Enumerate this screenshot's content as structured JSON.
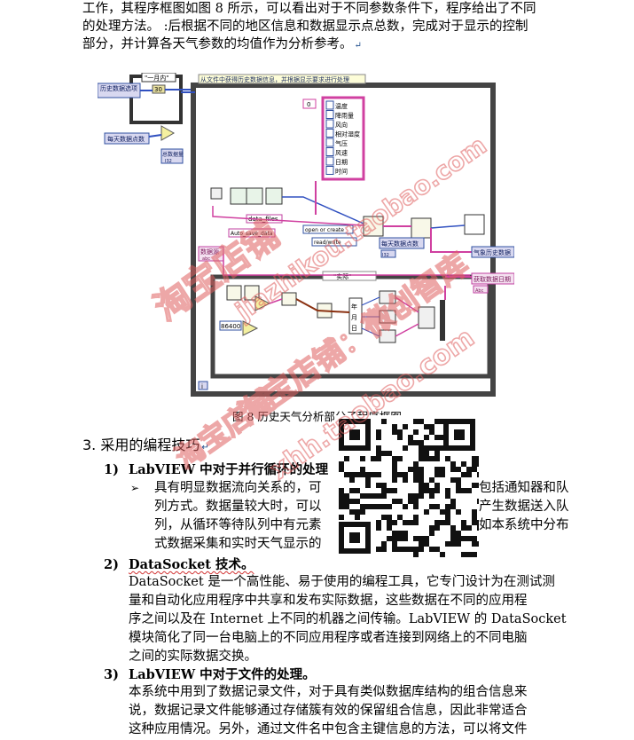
{
  "intro": {
    "line1": "工作，其程序框图如图 8 所示，可以看出对于不同参数条件下，程序给出了不同",
    "line2": "的处理方法。 :后根据不同的地区信息和数据显示点总数，完成对于显示的控制",
    "line3": "部分，并计算各天气参数的均值作为分析参考。"
  },
  "diagram": {
    "banner": "从文件中获得历史数据信息，并根据显示要求进行处理",
    "case_label": "\"一月内\"",
    "history_selector": "历史数据选项",
    "const_30": "30",
    "points_per_day": "每天数据点数",
    "total_points": "总数据量",
    "total_tag": "I32",
    "cluster_items": [
      "温度",
      "降雨量",
      "风向",
      "相对湿度",
      "气压",
      "风速",
      "日期",
      "时间"
    ],
    "cluster_index": "0",
    "data_files": "data_files",
    "auto_save": "Auto_save_data",
    "open_create": "open or create",
    "read_write": "read/write",
    "daily_points": "每天数据点数",
    "daily_tag": "I32",
    "data_source": "数据源",
    "data_tag": "abc",
    "actual": "\"实际\"",
    "const_86400": "86400",
    "ymd": [
      "年",
      "月",
      "日"
    ],
    "out_weather": "气象历史数据",
    "out_date": "获取数据日期",
    "out_date_tag": "Abc",
    "iter_label": "i"
  },
  "caption": "图 8  历史天气分析部分子程序框图",
  "section_title": "3. 采用的编程技巧",
  "items": [
    {
      "num": "1)",
      "title": "LabVIEW 中对于并行循环的处理",
      "bullet": "➢",
      "lines": [
        "具有明显数据流向关系的，可",
        "列方式。数据量较大时，可以",
        "列，从循环等待队列中有元素",
        "式数据采集和实时天气显示的"
      ],
      "tails": [
        "包括通知器和队",
        "产生数据送入队",
        "如本系统中分布"
      ]
    },
    {
      "num": "2)",
      "title": "DataSocket 技术。",
      "lines": [
        "DataSocket 是一个高性能、易于使用的编程工具，它专门设计为在测试测",
        "量和自动化应用程序中共享和发布实际数据，这些数据在不同的应用程",
        "序之间以及在 Internet 上不同的机器之间传输。LabVIEW 的 DataSocket",
        "模块简化了同一台电脑上的不同应用程序或者连接到网络上的不同电脑",
        "之间的实际数据交换。"
      ]
    },
    {
      "num": "3)",
      "title": "LabVIEW 中对于文件的处理。",
      "lines": [
        "本系统中用到了数据记录文件，对于具有类似数据库结构的组合信息来",
        "说，数据记录文件能够通过存储簇有效的保留组合信息，因此非常适合",
        "这种应用情况。另外，通过文件名中包含主键信息的方法，可以将文件"
      ]
    }
  ],
  "watermark": {
    "texts": [
      "淘宝店铺",
      "jiazhikou.taobao.com",
      "淘宝店铺：微创智库",
      "xhh.taobao.com",
      "淘宝店铺"
    ],
    "color": "#e06060"
  }
}
